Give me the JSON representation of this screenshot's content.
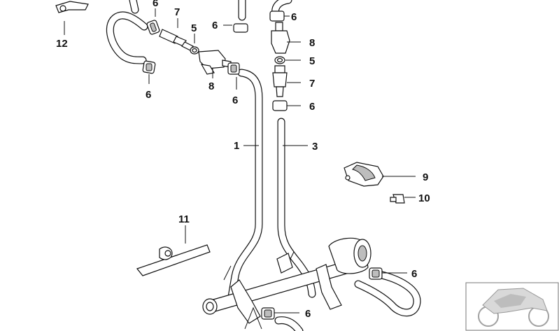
{
  "diagram": {
    "callouts": {
      "c12": "12",
      "c6a": "6",
      "c7a": "7",
      "c5a": "5",
      "c6b": "6",
      "c6c": "6",
      "c8a": "8",
      "c6d": "6",
      "c6e": "6",
      "c8b": "8",
      "c5b": "5",
      "c7b": "7",
      "c6f": "6",
      "c1": "1",
      "c3": "3",
      "c9": "9",
      "c10": "10",
      "c11": "11",
      "c6g": "6",
      "c6h": "6"
    }
  }
}
